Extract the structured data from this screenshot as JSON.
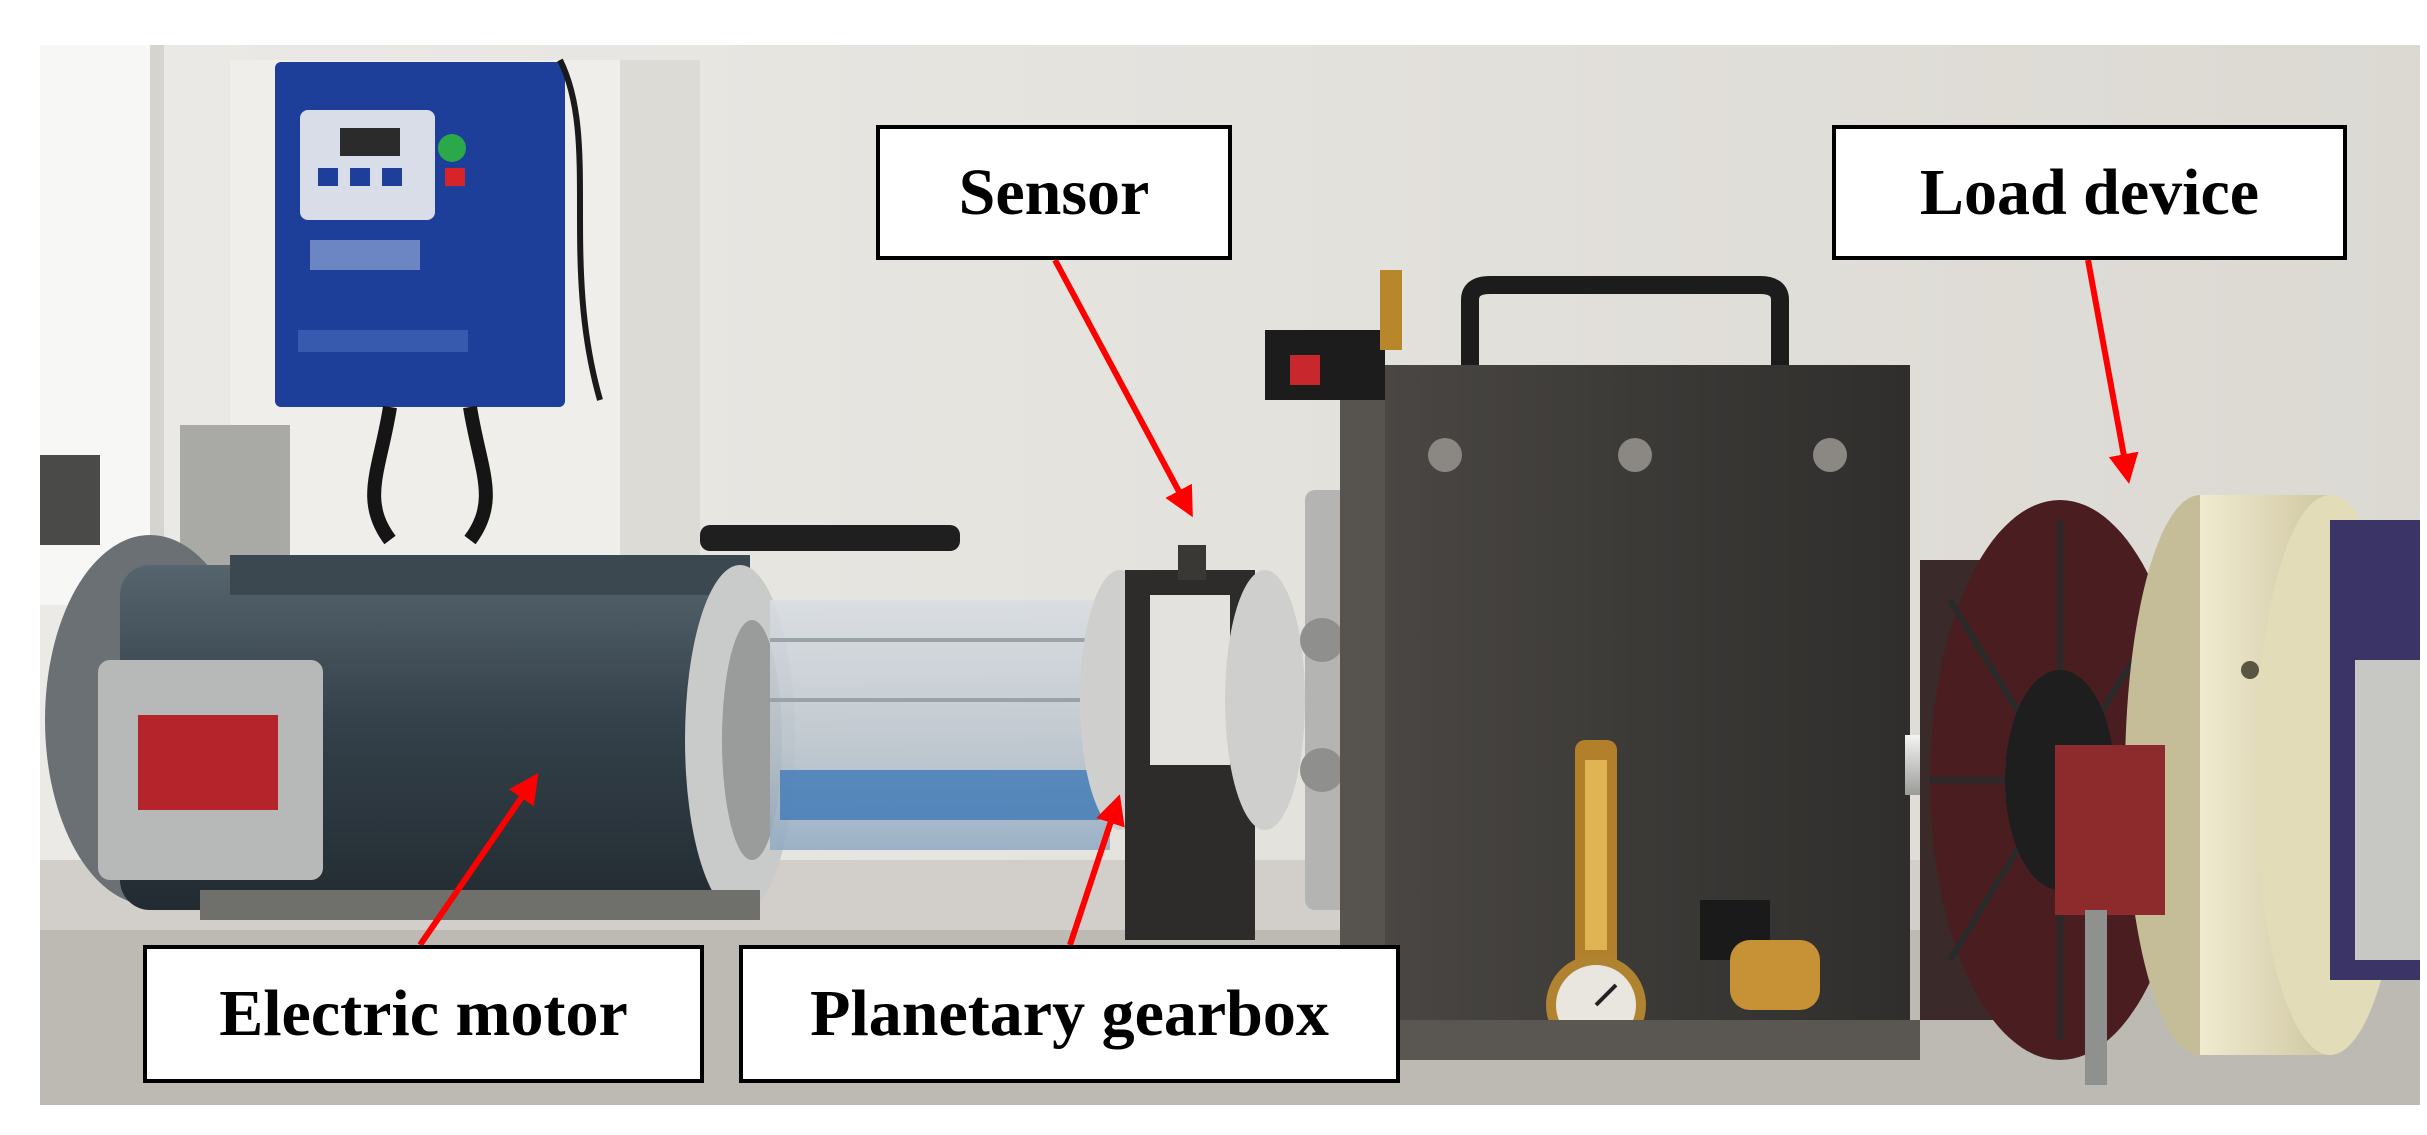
{
  "figure": {
    "labels": {
      "sensor": "Sensor",
      "load_device": "Load device",
      "electric_motor": "Electric motor",
      "planetary_gearbox": "Planetary gearbox"
    },
    "colors": {
      "arrow": "#ff0000",
      "label_border": "#000000",
      "label_background": "#ffffff",
      "wall": "#e6e4df",
      "motor": "#34414a",
      "gearbox_housing": "#3c3a37",
      "drive_panel": "#1d3f9a",
      "load_disc": "#e3dcb8"
    }
  }
}
